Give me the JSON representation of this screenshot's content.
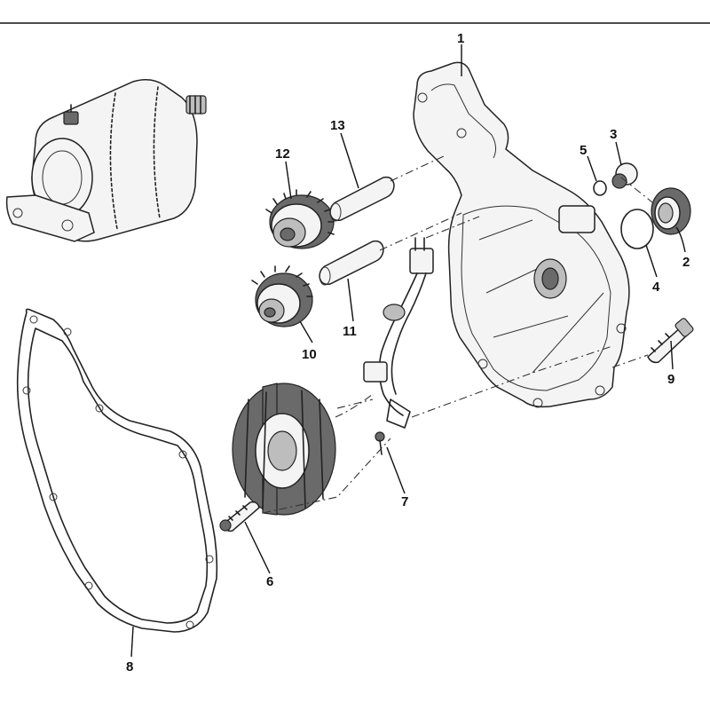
{
  "diagram": {
    "callouts": [
      {
        "id": "1",
        "label": "1"
      },
      {
        "id": "2",
        "label": "2"
      },
      {
        "id": "3",
        "label": "3"
      },
      {
        "id": "4",
        "label": "4"
      },
      {
        "id": "5",
        "label": "5"
      },
      {
        "id": "6",
        "label": "6"
      },
      {
        "id": "7",
        "label": "7"
      },
      {
        "id": "8",
        "label": "8"
      },
      {
        "id": "9",
        "label": "9"
      },
      {
        "id": "10",
        "label": "10"
      },
      {
        "id": "11",
        "label": "11"
      },
      {
        "id": "12",
        "label": "12"
      },
      {
        "id": "13",
        "label": "13"
      }
    ],
    "colors": {
      "line": "#222222",
      "background": "#ffffff"
    }
  }
}
